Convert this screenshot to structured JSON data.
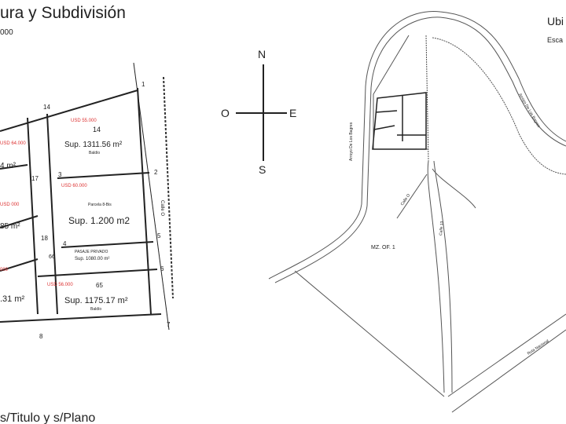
{
  "left_plan": {
    "title": "ura y Subdivisión",
    "scale": "000",
    "footer": "s/Titulo y s/Plano",
    "lots": [
      {
        "area": "Sup. 1311.56 m²",
        "price": "USD 55.000",
        "number": "14",
        "note": "Baldío"
      },
      {
        "area": "Sup. 1.200 m2",
        "price": "USD 60.000",
        "note": "Parcela 8-Bis"
      },
      {
        "area": "Sup. 1080.00 m²",
        "note": "PASAJE PRIVADO",
        "number": "66"
      },
      {
        "area": "Sup. 1175.17 m²",
        "price": "USD 56.000",
        "number": "65",
        "note": "Baldío"
      },
      {
        "area": "4 m²"
      },
      {
        "area": "85 m²",
        "price": "USD 000"
      },
      {
        "area": ".31 m²",
        "price": "000"
      }
    ],
    "left_price": "USD 64.000",
    "vertices": [
      "1",
      "2",
      "3",
      "4",
      "5",
      "6",
      "7",
      "8",
      "14",
      "17",
      "18"
    ],
    "street": "Calle O"
  },
  "compass": {
    "north": "N",
    "south": "S",
    "east": "E",
    "west": "O"
  },
  "location_map": {
    "title": "Ubi",
    "scale": "Esca",
    "block": "MZ. OF. 1",
    "streets": [
      "Arroyo De Los Bagres",
      "Arroyo De Los Bagres",
      "Calle 13",
      "Calle O",
      "Ruta Nacional"
    ]
  }
}
